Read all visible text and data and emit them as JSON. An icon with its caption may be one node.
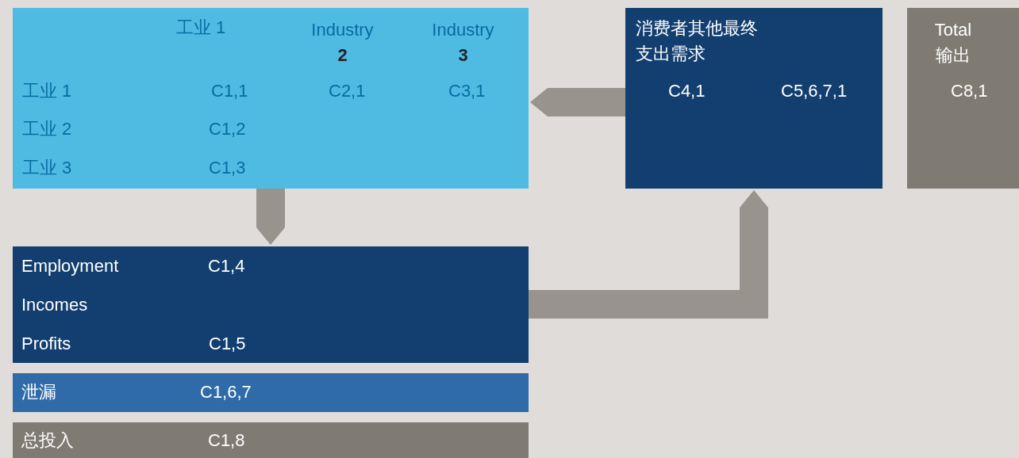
{
  "diagram": {
    "nodes": [
      {
        "text": [
          "工业 1",
          "Industry **2**",
          "Industry **3**",
          "工业 1",
          "C1,1",
          "C2,1",
          "C3,1",
          "工业 2",
          "C1,2",
          "工业 3",
          "C1,3"
        ]
      },
      {
        "text": [
          "Employment",
          "C1,4",
          "Incomes",
          "Profits",
          "C1,5"
        ]
      },
      {
        "text": [
          "泄漏",
          "C1,6,7"
        ]
      },
      {
        "text": [
          "总投入",
          "C1,8"
        ]
      },
      {
        "text": [
          "消费者其他最终支出需求",
          "C4,1",
          "C5,6,7,1"
        ]
      },
      {
        "text": [
          "Total 输出",
          "C8,1"
        ]
      }
    ],
    "edges": [
      {
        "from": 4,
        "to": 0,
        "arrow": "to"
      },
      {
        "from": 0,
        "to": 1,
        "arrow": "to"
      },
      {
        "from": 1,
        "to": 4,
        "arrow": "to"
      }
    ]
  }
}
